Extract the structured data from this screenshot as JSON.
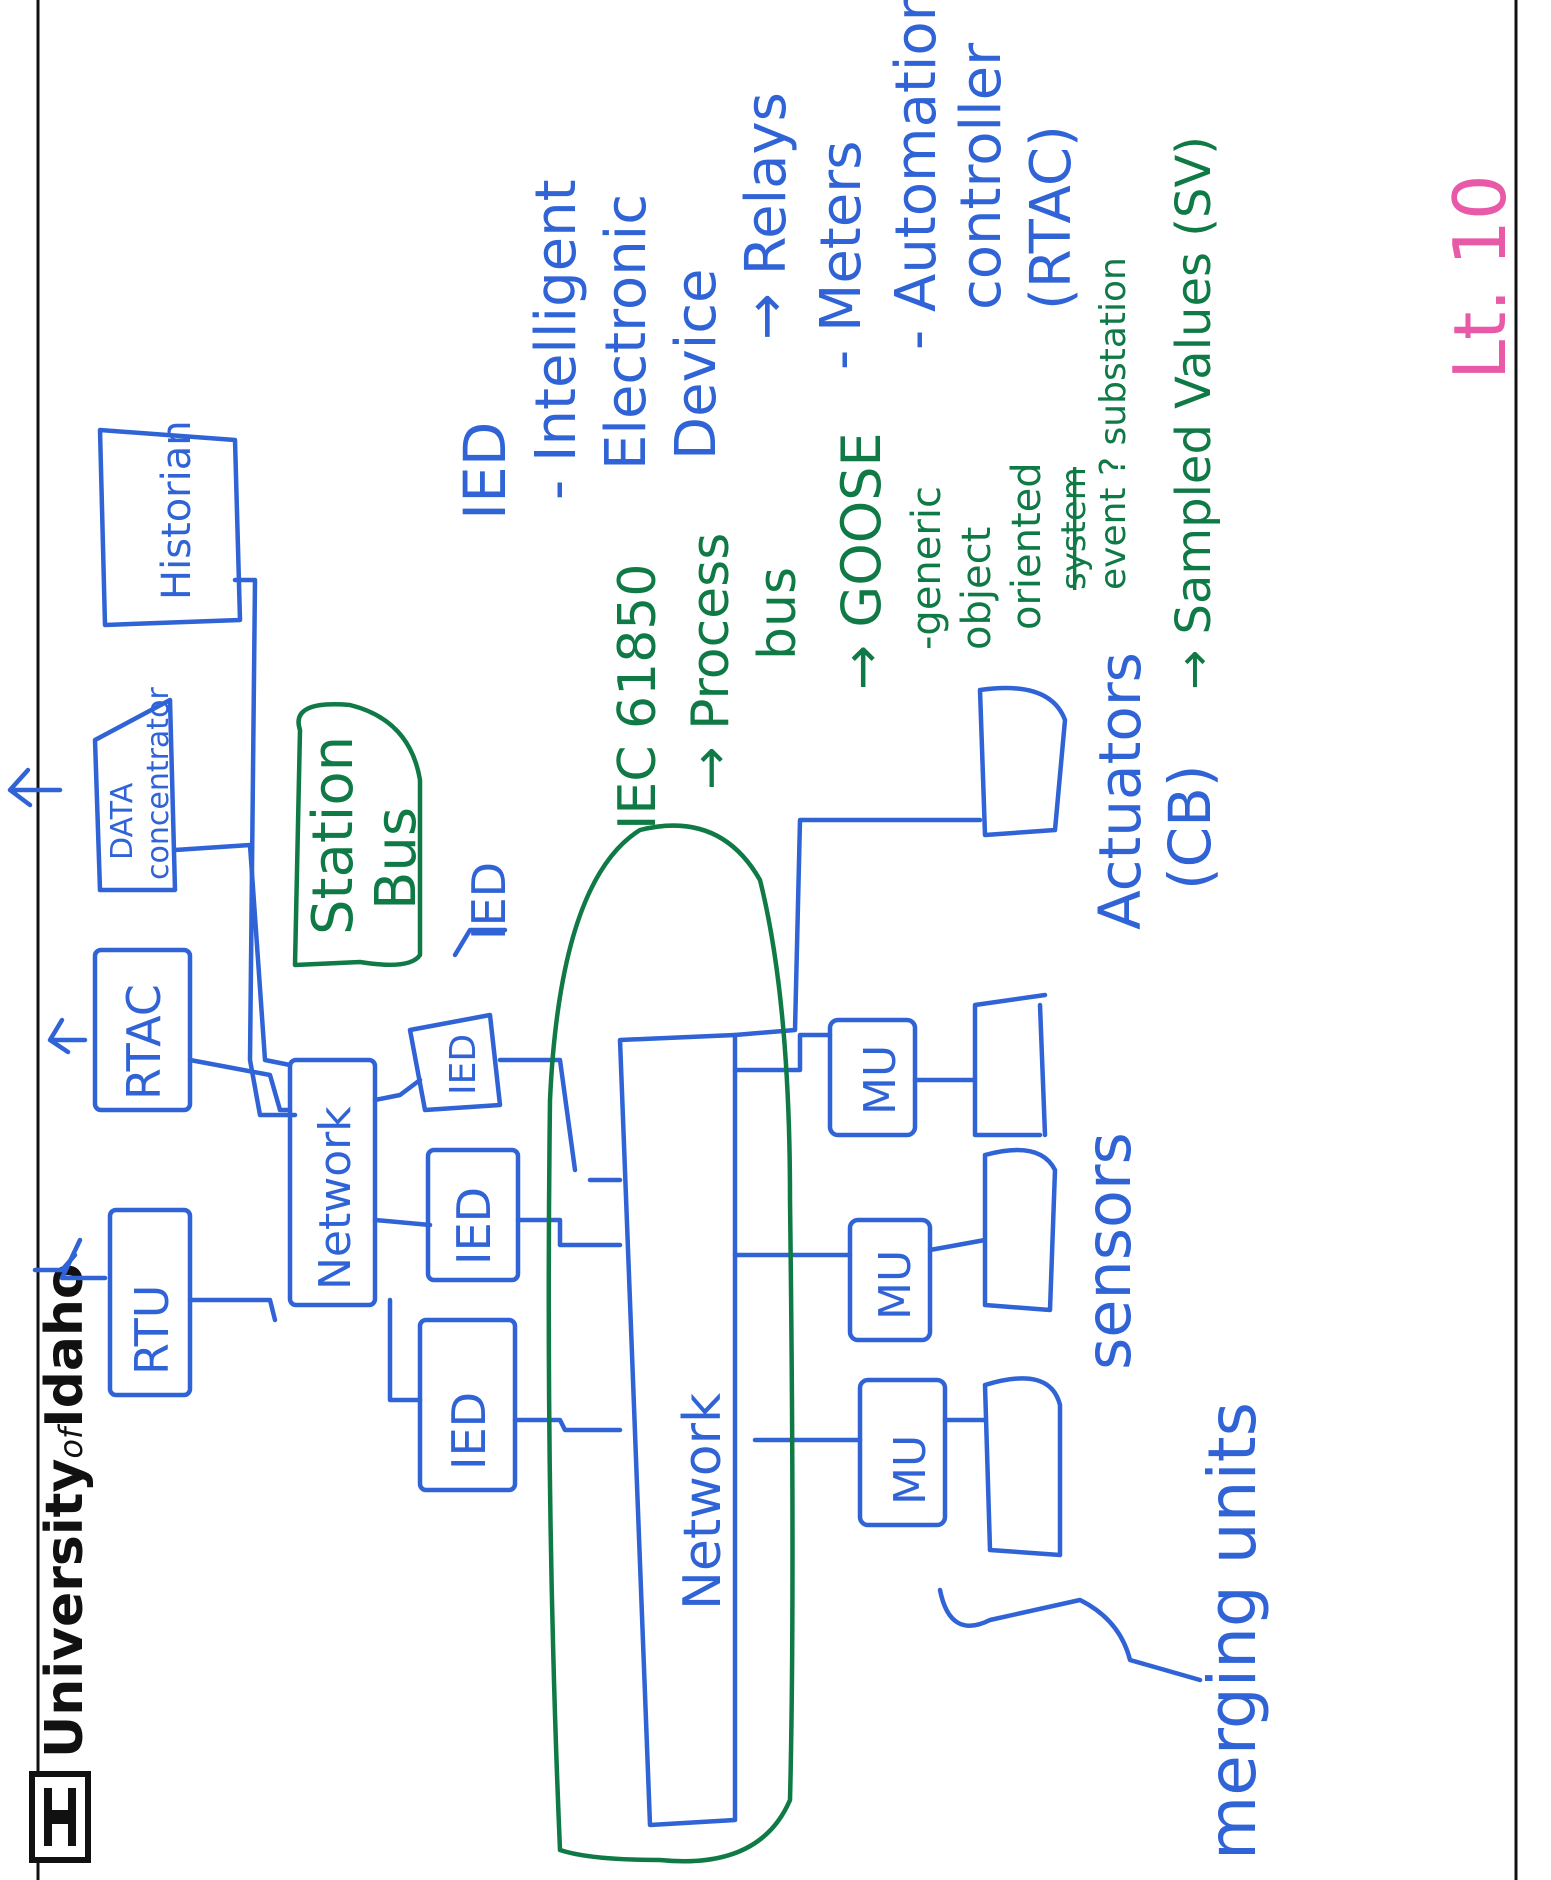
{
  "header": {
    "logo_letter": "I",
    "university_pre": "University",
    "university_of": "of",
    "university_post": "Idaho",
    "corner_note": "Lt. 10"
  },
  "diagram": {
    "boxes": {
      "rtu": "RTU",
      "rtac": "RTAC",
      "data_concentrator_line1": "DATA",
      "data_concentrator_line2": "concentrator",
      "historian": "Historian",
      "network_top": "Network",
      "ied_a": "IED",
      "ied_b": "IED",
      "ied_c": "IED",
      "ied_d": "IED",
      "network_main": "Network",
      "mu_1": "MU",
      "mu_2": "MU",
      "mu_3": "MU",
      "station_bus_line1": "Station",
      "station_bus_line2": "Bus"
    },
    "labels": {
      "actuators": "Actuators",
      "actuators_cb": "(CB)",
      "sensors": "sensors",
      "merging_units": "merging units"
    }
  },
  "notes": {
    "ied_title": "IED",
    "ied_lines": [
      "- Intelligent",
      "Electronic",
      "Device",
      "→ Relays",
      "- Meters",
      "- Automation",
      "controller",
      "(RTAC)"
    ],
    "iec_lines": [
      "IEC 61850",
      "→ Process",
      "bus",
      "→ GOOSE",
      "-generic",
      "object",
      "oriented",
      "system",
      "event ? substation",
      "→ Sampled Values (SV)"
    ]
  }
}
